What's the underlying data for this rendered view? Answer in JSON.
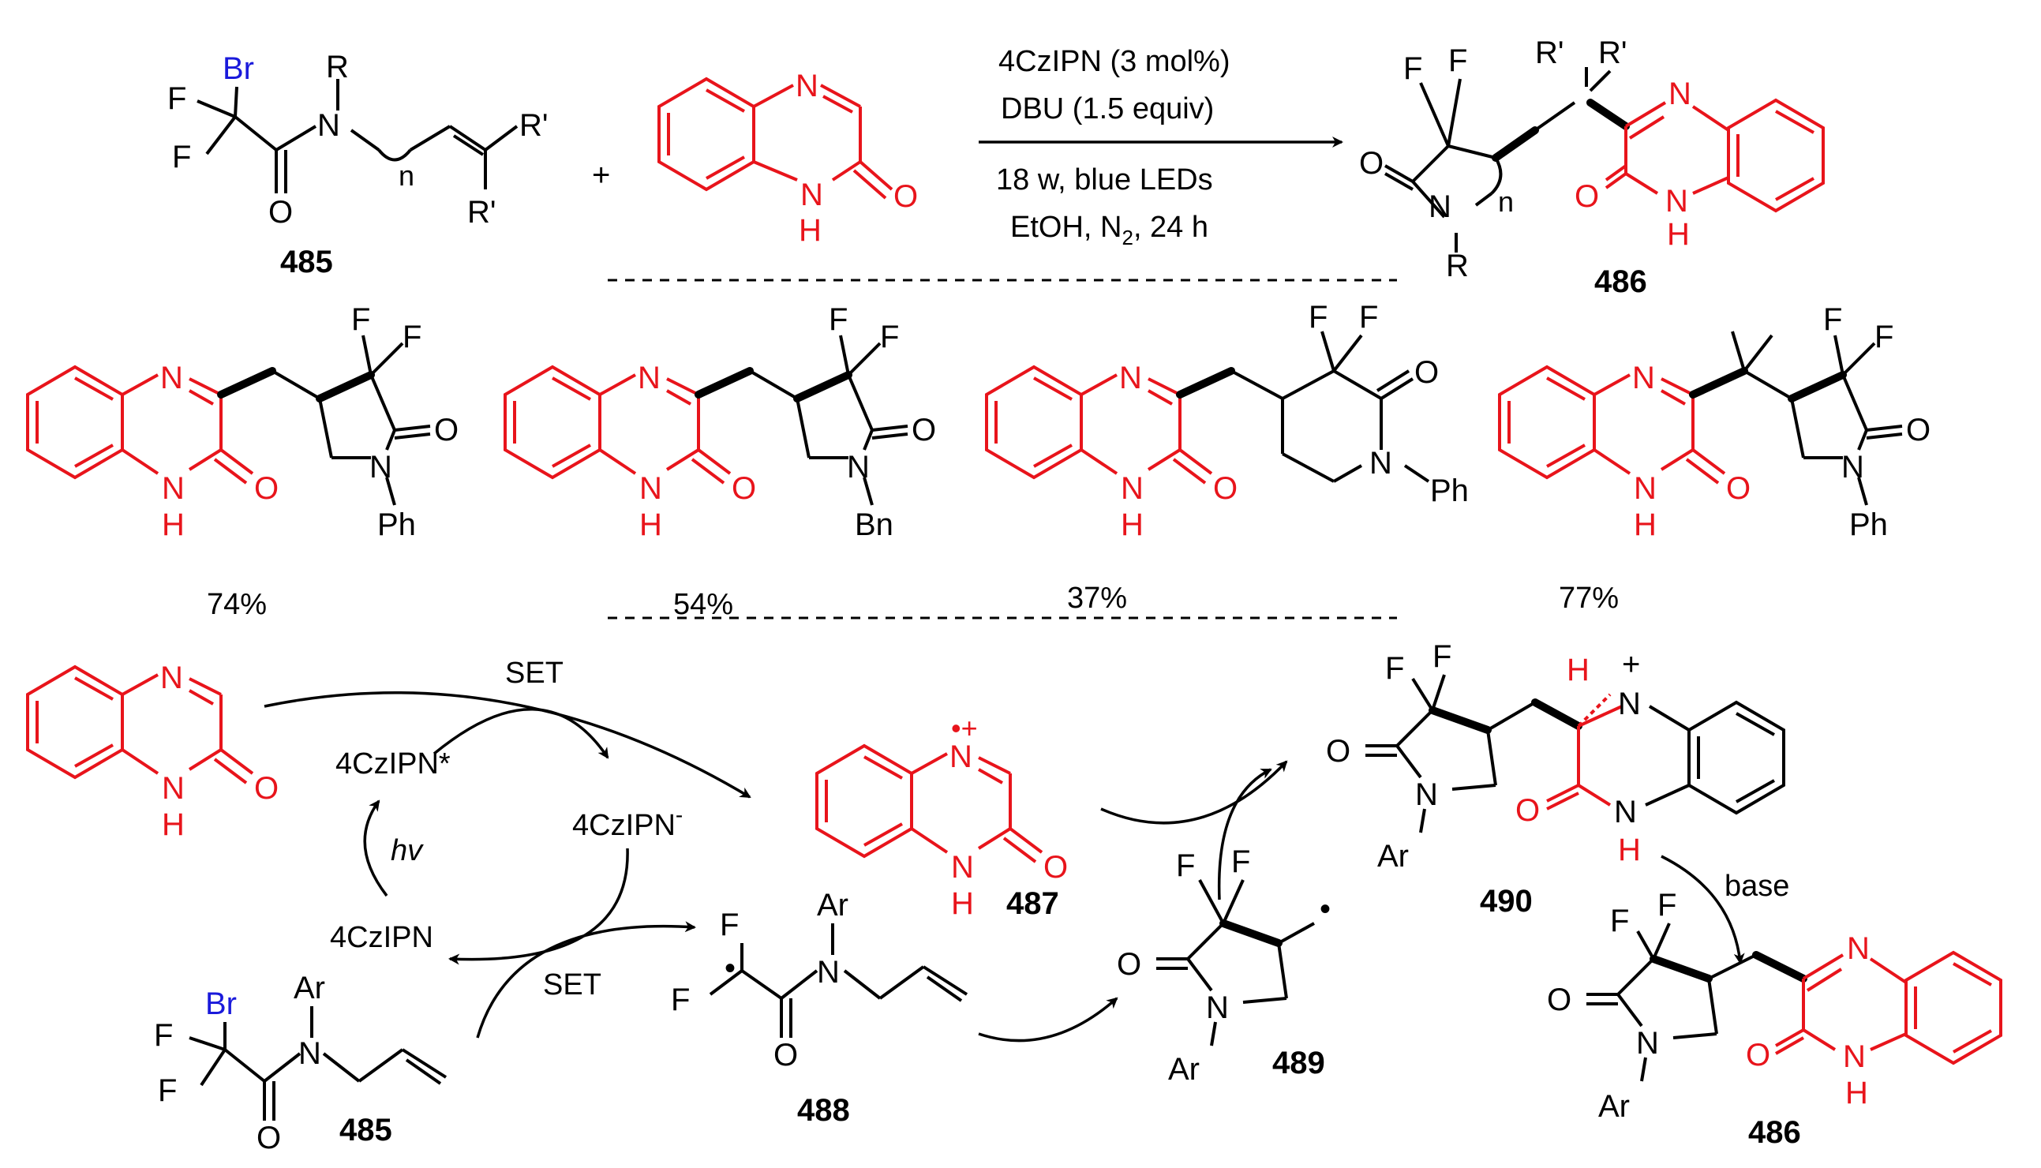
{
  "colors": {
    "black": "#000000",
    "red": "#e8141b",
    "blue": "#1a1adb"
  },
  "reaction": {
    "conditions": [
      "4CzIPN (3 mol%)",
      "DBU (1.5 equiv)",
      "18 w, blue LEDs",
      "EtOH, N",
      "2",
      ", 24 h"
    ],
    "plus": "+"
  },
  "compounds": {
    "c485": "485",
    "c486": "486",
    "c487": "487",
    "c488": "488",
    "c489": "489",
    "c490": "490"
  },
  "yields": [
    "74%",
    "54%",
    "37%",
    "77%"
  ],
  "atoms": {
    "Br": "Br",
    "F": "F",
    "N": "N",
    "O": "O",
    "H": "H",
    "R": "R",
    "Rp": "R'",
    "n": "n",
    "Ph": "Ph",
    "Bn": "Bn",
    "Ar": "Ar",
    "radical_cation": "•+",
    "plus": "+"
  },
  "mechanism": {
    "set": "SET",
    "hv": "hv",
    "pc_excited": "4CzIPN*",
    "pc_reduced_base": "4CzIPN",
    "pc_reduced_sup": "-",
    "pc_ground": "4CzIPN",
    "base": "base",
    "radical_dot": "•"
  }
}
